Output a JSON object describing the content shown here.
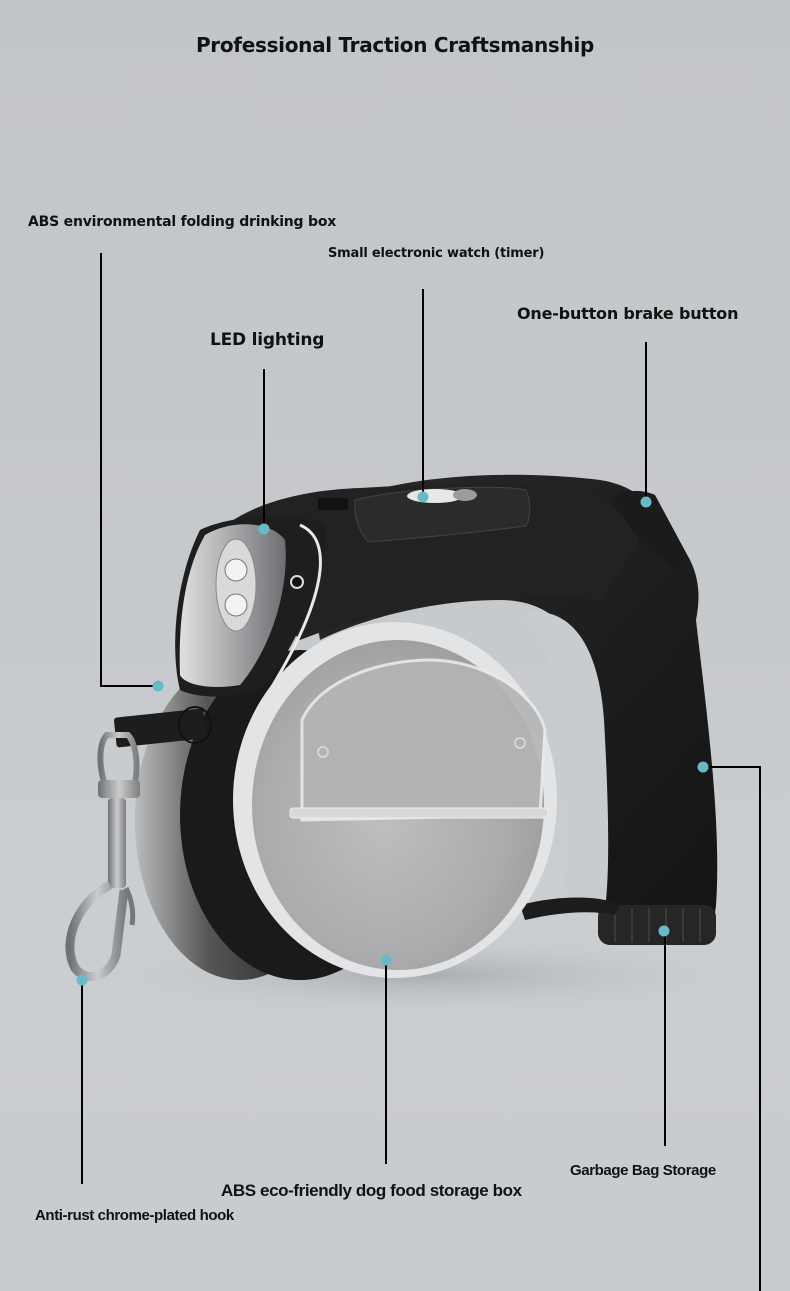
{
  "title": "Professional Traction Craftsmanship",
  "accent_color": "#6ab9c9",
  "product": {
    "description": "Black retractable dog leash with LED light, timer, brake button, food container and hook",
    "body_color": "#1e1e1e",
    "container_color": "#d8d9da"
  },
  "callouts": [
    {
      "id": "drinking-box",
      "label": "ABS environmental folding drinking box"
    },
    {
      "id": "timer",
      "label": "Small electronic watch (timer)"
    },
    {
      "id": "brake",
      "label": "One-button brake button"
    },
    {
      "id": "led",
      "label": "LED lighting"
    },
    {
      "id": "garbage-bag",
      "label": "Garbage Bag Storage"
    },
    {
      "id": "food-box",
      "label": "ABS eco-friendly dog food storage box"
    },
    {
      "id": "hook",
      "label": "Anti-rust chrome-plated hook"
    }
  ]
}
